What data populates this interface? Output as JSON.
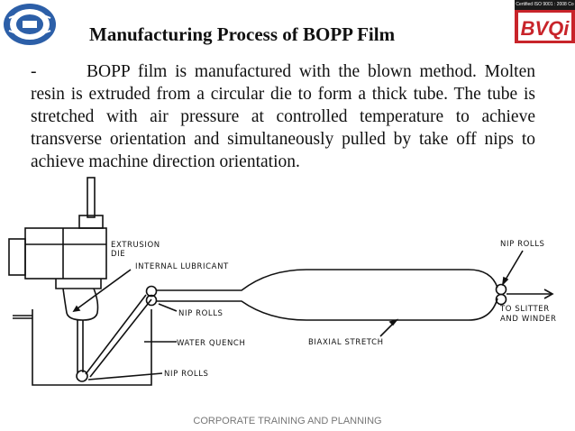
{
  "slide": {
    "title": "Manufacturing Process of BOPP Film",
    "dash": "-",
    "body": "BOPP film is manufactured with the blown method. Molten resin is extruded from a circular die to form a thick tube. The tube is stretched with air pressure at controlled temperature to achieve transverse orientation and simultaneously pulled by take off nips to achieve machine direction orientation.",
    "footer": "CORPORATE TRAINING AND PLANNING"
  },
  "logos": {
    "right_certification": "Certified ISO 9001 : 2008 Co",
    "right_brand": "BVQi"
  },
  "diagram": {
    "labels": {
      "extrusion": "EXTRUSION",
      "die": "DIE",
      "internal_lubricant": "INTERNAL LUBRICANT",
      "nip_rolls_top": "NIP ROLLS",
      "nip_rolls_middle": "NIP ROLLS",
      "nip_rolls_bottom": "NIP ROLLS",
      "water_quench": "WATER QUENCH",
      "biaxial_stretch": "BIAXIAL STRETCH",
      "to_slitter": "TO SLITTER",
      "and_winder": "AND WINDER"
    }
  }
}
